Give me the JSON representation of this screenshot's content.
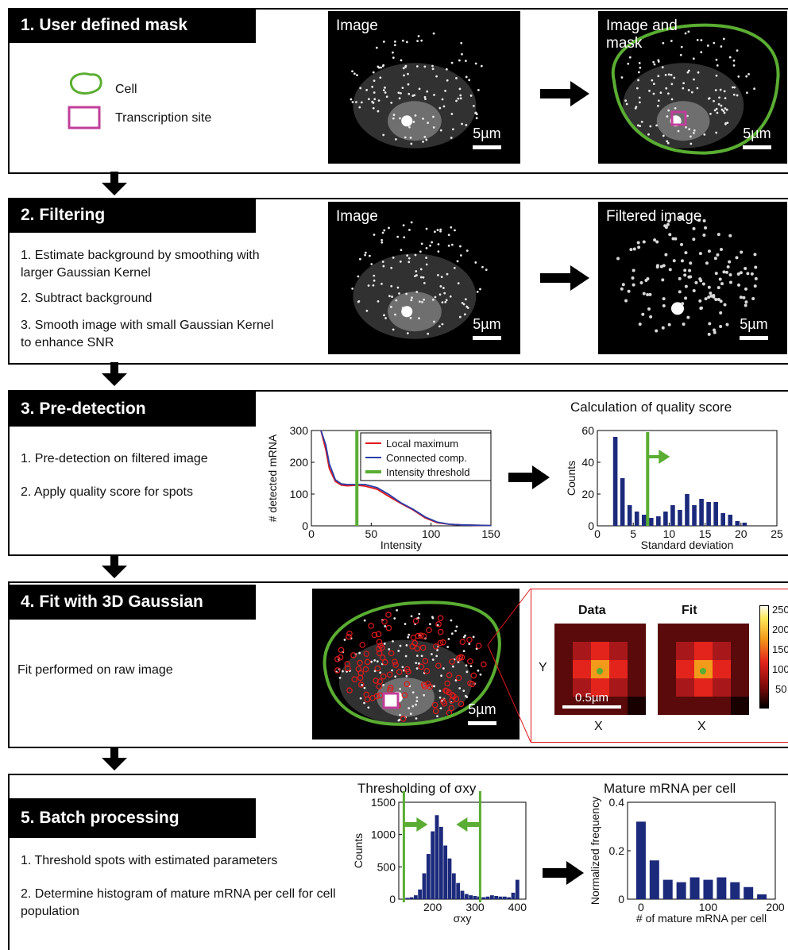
{
  "step1": {
    "title": "1. User defined mask",
    "legend_cell": "Cell",
    "legend_ts": "Transcription site",
    "image_label": "Image",
    "image_mask_label": "Image and mask",
    "scale": "5µm"
  },
  "step2": {
    "title": "2. Filtering",
    "items": [
      "1. Estimate background by smoothing with larger Gaussian Kernel",
      "2. Subtract background",
      "3. Smooth image with small Gaussian Kernel to enhance SNR"
    ],
    "image_label": "Image",
    "filtered_label": "Filtered image",
    "scale": "5µm"
  },
  "step3": {
    "title": "3. Pre-detection",
    "items": [
      "1. Pre-detection on filtered image",
      "2. Apply quality score for spots"
    ],
    "quality_title": "Calculation of quality score"
  },
  "step4": {
    "title": "4. Fit with 3D Gaussian",
    "text": "Fit performed on raw image",
    "scale": "5µm",
    "data_label": "Data",
    "fit_label": "Fit",
    "axis_y": "Y",
    "axis_x": "X",
    "inset_scale": "0.5µm",
    "colorbar_ticks": [
      "250",
      "200",
      "150",
      "100",
      "50"
    ]
  },
  "step5": {
    "title": "5. Batch processing",
    "items": [
      "1. Threshold spots with estimated parameters",
      "2. Determine histogram of mature mRNA per cell for cell population"
    ]
  },
  "colors": {
    "cell": "#5aad32",
    "ts": "#c03f9a",
    "navy": "#1c2a7c",
    "red": "#e0191c",
    "blue": "#2a3ea8"
  },
  "chart_data": [
    {
      "type": "line",
      "title": "",
      "xlabel": "Intensity",
      "ylabel": "# detected mRNA",
      "xlim": [
        0,
        150
      ],
      "ylim": [
        0,
        300
      ],
      "xticks": [
        0,
        50,
        100,
        150
      ],
      "yticks": [
        0,
        100,
        200,
        300
      ],
      "series": [
        {
          "name": "Local maximum",
          "color": "#e0191c",
          "x": [
            8,
            12,
            15,
            20,
            25,
            30,
            38,
            45,
            55,
            65,
            75,
            85,
            95,
            105,
            115,
            125,
            135,
            150
          ],
          "y": [
            300,
            240,
            180,
            140,
            128,
            126,
            128,
            125,
            115,
            92,
            70,
            50,
            25,
            10,
            5,
            3,
            2,
            1
          ]
        },
        {
          "name": "Connected comp.",
          "color": "#2a3ea8",
          "x": [
            8,
            12,
            15,
            20,
            25,
            30,
            38,
            45,
            55,
            65,
            75,
            85,
            95,
            105,
            115,
            125,
            135,
            150
          ],
          "y": [
            300,
            255,
            195,
            145,
            132,
            130,
            130,
            130,
            120,
            98,
            72,
            52,
            28,
            12,
            5,
            3,
            2,
            1
          ]
        }
      ],
      "threshold": {
        "name": "Intensity threshold",
        "x": 38,
        "color": "#5aad32"
      },
      "grid": false,
      "legend": "top-right"
    },
    {
      "type": "bar",
      "title": "Calculation of quality score",
      "xlabel": "Standard deviation",
      "ylabel": "Counts",
      "xlim": [
        0,
        25
      ],
      "ylim": [
        0,
        60
      ],
      "xticks": [
        0,
        5,
        10,
        15,
        20,
        25
      ],
      "yticks": [
        0,
        20,
        40,
        60
      ],
      "x": [
        2.5,
        3.5,
        4.5,
        5.5,
        6.5,
        7.5,
        8.5,
        9.5,
        10.5,
        11.5,
        12.5,
        13.5,
        14.5,
        15.5,
        16.5,
        17.5,
        18.5,
        19.5,
        20.5
      ],
      "values": [
        56,
        30,
        13,
        9,
        7,
        5,
        6,
        9,
        13,
        10,
        20,
        13,
        17,
        15,
        15,
        8,
        7,
        3,
        2
      ],
      "threshold_x": 7
    },
    {
      "type": "bar",
      "title": "Thresholding of σxy",
      "xlabel": "σxy",
      "ylabel": "Counts",
      "xlim": [
        120,
        420
      ],
      "ylim": [
        0,
        1500
      ],
      "xticks": [
        200,
        300,
        400
      ],
      "yticks": [
        0,
        500,
        1000,
        1500
      ],
      "x": [
        140,
        150,
        160,
        170,
        180,
        190,
        200,
        210,
        220,
        230,
        240,
        250,
        260,
        270,
        280,
        290,
        300,
        310,
        320,
        330,
        340,
        350,
        360,
        370,
        380,
        390,
        400
      ],
      "values": [
        20,
        30,
        60,
        150,
        400,
        700,
        1050,
        1300,
        1120,
        830,
        630,
        400,
        250,
        130,
        80,
        60,
        50,
        40,
        30,
        40,
        60,
        50,
        40,
        40,
        30,
        100,
        300
      ],
      "thresholds": [
        132,
        312
      ]
    },
    {
      "type": "bar",
      "title": "Mature mRNA per cell",
      "xlabel": "# of mature mRNA per cell",
      "ylabel": "Normalized frequency",
      "xlim": [
        -20,
        200
      ],
      "ylim": [
        0,
        0.4
      ],
      "xticks": [
        0,
        100,
        200
      ],
      "yticks": [
        0,
        0.2,
        0.4
      ],
      "x": [
        0,
        20,
        40,
        60,
        80,
        100,
        120,
        140,
        160,
        180
      ],
      "values": [
        0.32,
        0.16,
        0.08,
        0.07,
        0.09,
        0.08,
        0.09,
        0.07,
        0.05,
        0.02
      ]
    }
  ]
}
